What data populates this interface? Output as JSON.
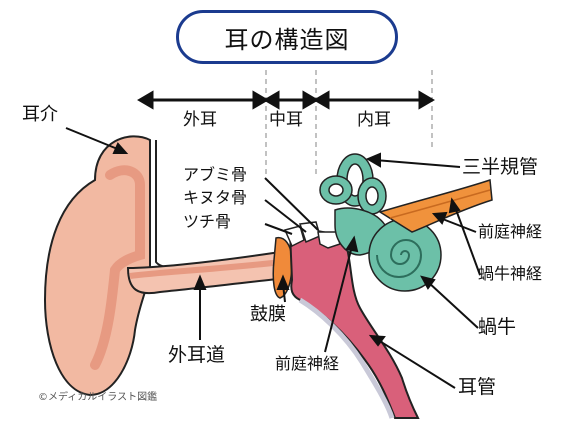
{
  "title": "耳の構造図",
  "regions": {
    "outer": "外耳",
    "middle": "中耳",
    "inner": "内耳"
  },
  "labels": {
    "auricle": "耳介",
    "stapes": "アブミ骨",
    "incus": "キヌタ骨",
    "malleus": "ツチ骨",
    "semicircular_canals": "三半規管",
    "vestibular_nerve_right": "前庭神経",
    "cochlear_nerve": "蝸牛神経",
    "cochlea": "蝸牛",
    "eardrum": "鼓膜",
    "ear_canal": "外耳道",
    "vestibular_nerve_bottom": "前庭神経",
    "eustachian_tube": "耳管"
  },
  "credit": "©メディカルイラスト図鑑",
  "colors": {
    "skin": "#f2b9a2",
    "skin_dark": "#e79a82",
    "canal": "#f4c3b0",
    "eardrum": "#f08a3a",
    "tube": "#d9607a",
    "inner_ear": "#6cc0a8",
    "nerve": "#f0923c",
    "title_border": "#1b3b8f"
  }
}
